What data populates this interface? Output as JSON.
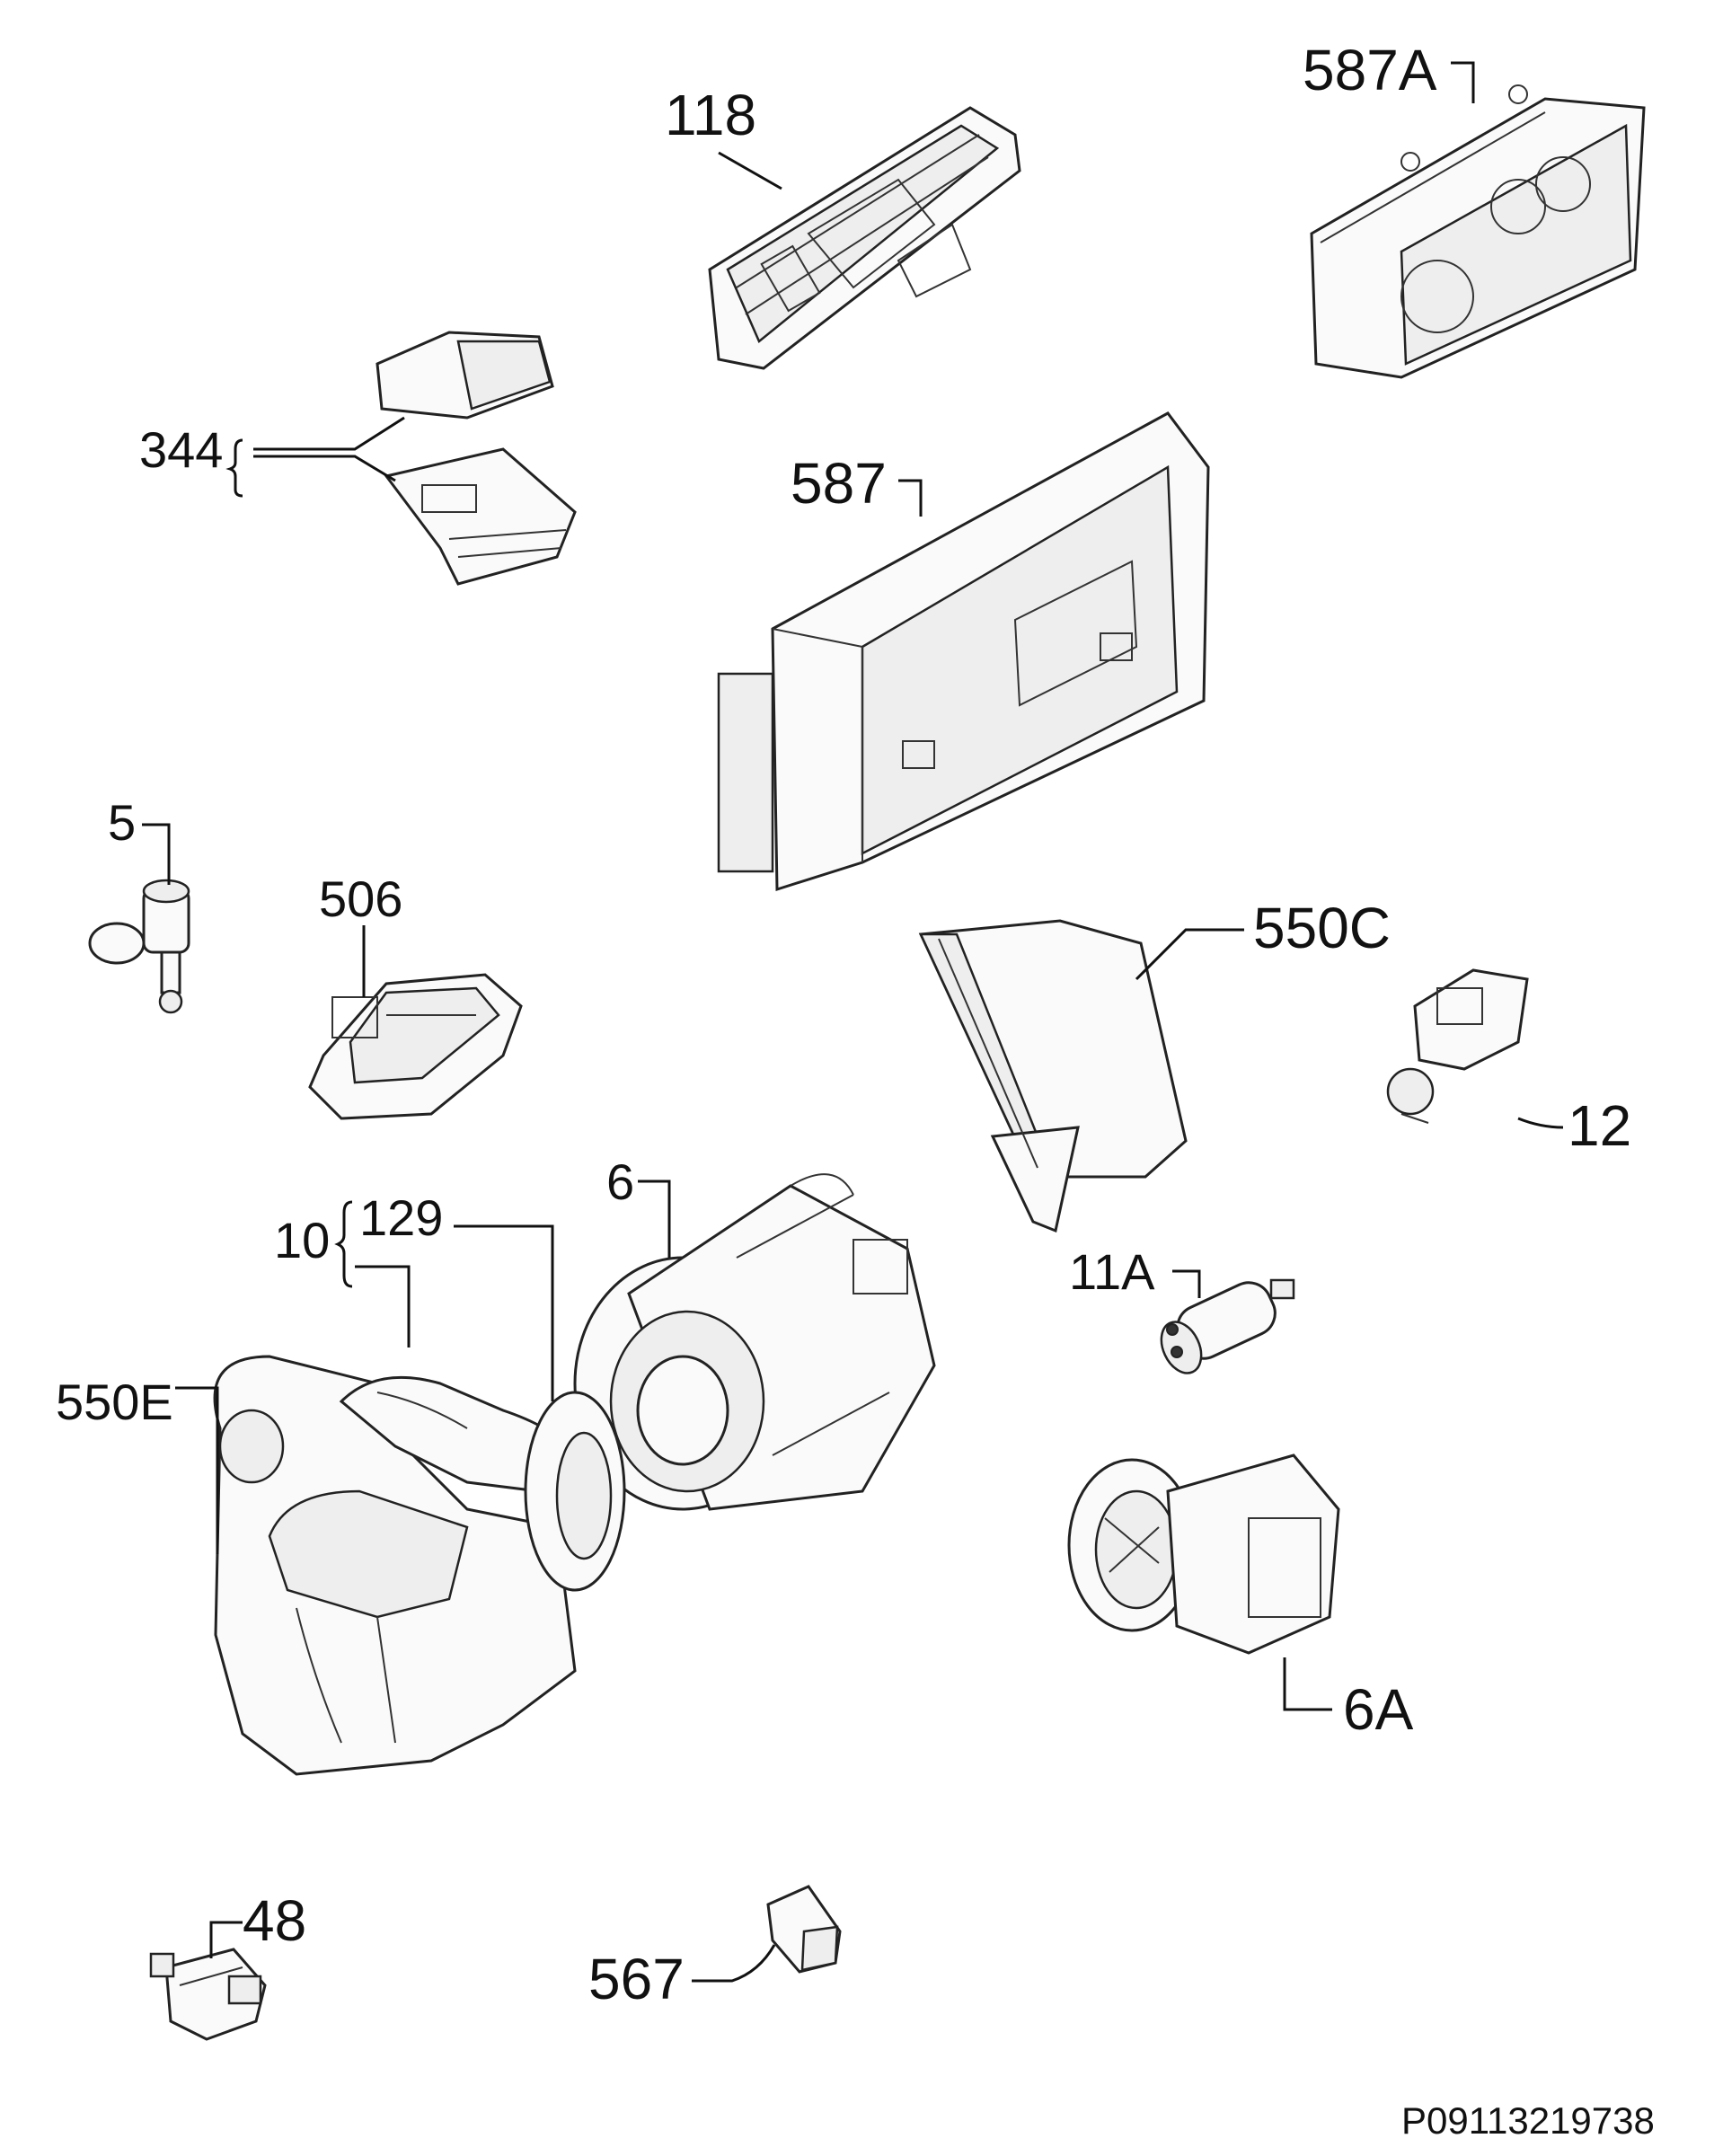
{
  "diagram": {
    "document_code": "P09113219738",
    "labels": {
      "p118": "118",
      "p587a": "587A",
      "p344": "344",
      "p587": "587",
      "p5": "5",
      "p506": "506",
      "p550c": "550C",
      "p12": "12",
      "p6": "6",
      "p10": "10",
      "p129": "129",
      "p11a": "11A",
      "p550e": "550E",
      "p6a": "6A",
      "p48": "48",
      "p567": "567"
    }
  }
}
